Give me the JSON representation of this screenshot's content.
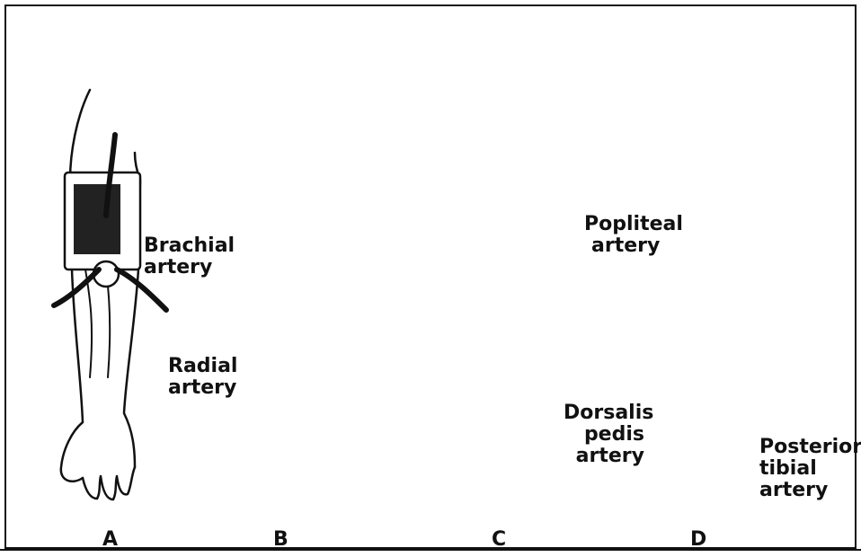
{
  "panels": [
    {
      "id": "A",
      "caption": "A",
      "label_lines": [
        "Brachial",
        "artery"
      ]
    },
    {
      "id": "B",
      "caption": "B",
      "label_lines": [
        "Radial",
        "artery"
      ]
    },
    {
      "id": "C",
      "caption": "C",
      "label_lines": [
        "Popliteal",
        "artery"
      ]
    },
    {
      "id": "D",
      "caption": "D",
      "label_lines": [
        "Dorsalis",
        "pedis",
        "artery"
      ],
      "label2_lines": [
        "Posterior",
        "tibial",
        "artery"
      ]
    }
  ],
  "colors": {
    "ink": "#111111",
    "background": "#ffffff"
  }
}
